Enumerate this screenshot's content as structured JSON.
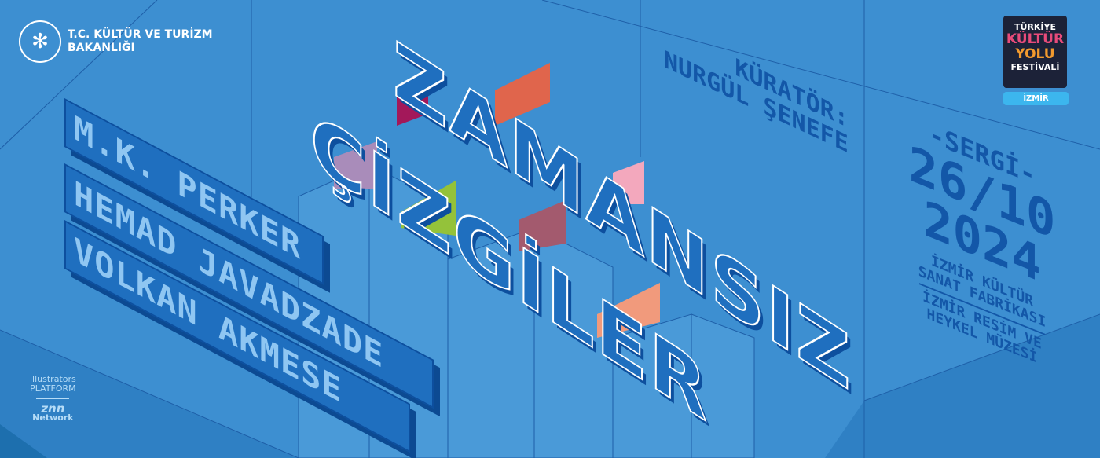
{
  "ministry": {
    "line1": "T.C. KÜLTÜR VE TURİZM",
    "line2": "BAKANLIĞI"
  },
  "title": {
    "line1": "ZAMANSIZ",
    "line2": "ÇİZGİLER"
  },
  "curator": {
    "label": "KÜRATÖR:",
    "name": "NURGÜL ŞENEFE"
  },
  "artists": [
    "M.K. PERKER",
    "HEMAD JAVADZADE",
    "VOLKAN AKMESE"
  ],
  "event": {
    "type": "-SERGİ-",
    "date": "26/10",
    "year": "2024",
    "venue1a": "İZMİR KÜLTÜR",
    "venue1b": "SANAT FABRİKASI",
    "venue2a": "İZMİR RESİM VE",
    "venue2b": "HEYKEL MÜZESİ"
  },
  "festival": {
    "l1": "TÜRKİYE",
    "l2": "KÜLTÜR",
    "l3": "YOLU",
    "l4": "FESTİVALİ",
    "city": "İZMİR"
  },
  "partners": {
    "p1a": "illustrators",
    "p1b": "PLATFORM",
    "p2a": "znn",
    "p2b": "Network"
  },
  "colors": {
    "bg": "#3d8fd1",
    "dark": "#1357a8"
  }
}
